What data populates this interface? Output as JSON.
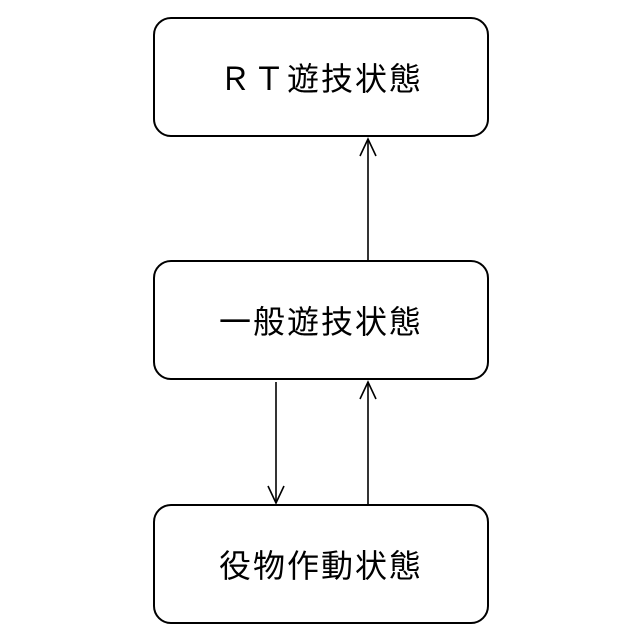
{
  "diagram": {
    "nodes": {
      "rt": {
        "label": "ＲＴ遊技状態"
      },
      "normal": {
        "label": "一般遊技状態"
      },
      "yaku": {
        "label": "役物作動状態"
      }
    },
    "edges": [
      {
        "from": "normal",
        "to": "rt"
      },
      {
        "from": "normal",
        "to": "yaku"
      },
      {
        "from": "yaku",
        "to": "normal"
      }
    ],
    "colors": {
      "stroke": "#000000",
      "background": "#ffffff"
    }
  }
}
